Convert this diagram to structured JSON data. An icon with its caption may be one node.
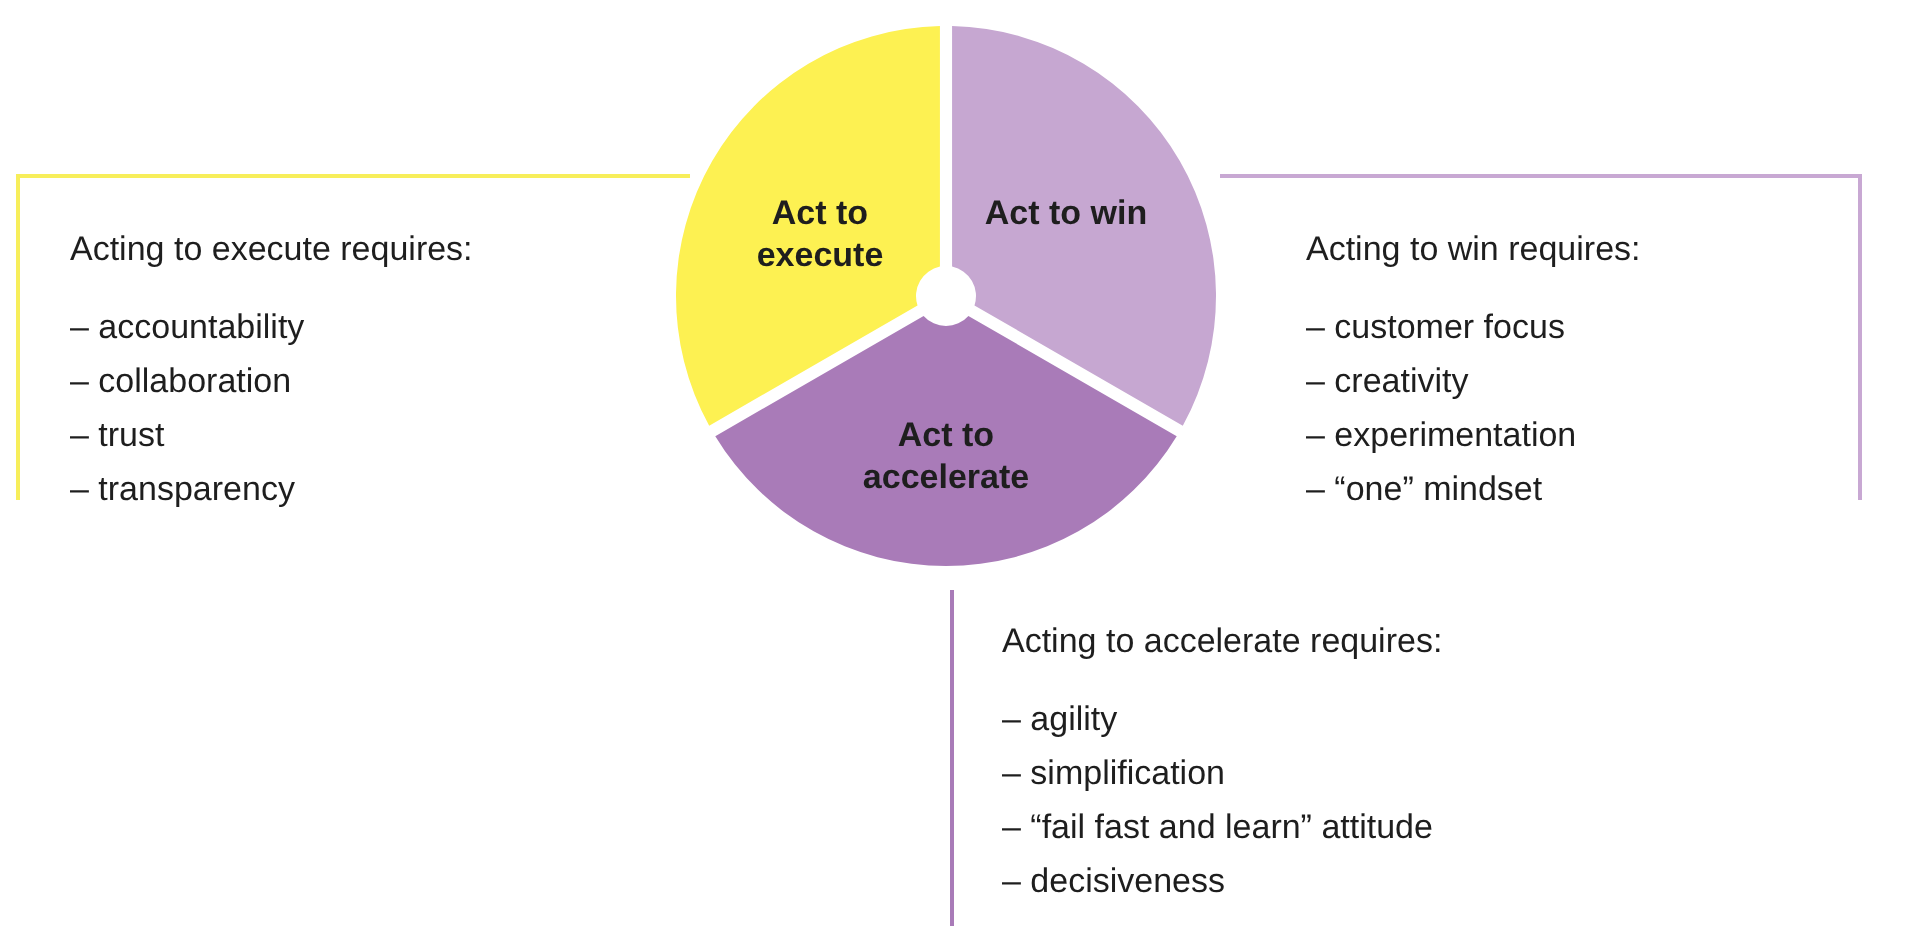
{
  "diagram": {
    "nodes": [
      {
        "text": [
          "Act to execute"
        ]
      },
      {
        "text": [
          "Act to win"
        ]
      },
      {
        "text": [
          "Act to accelerate"
        ]
      },
      {
        "text": [
          "Acting to execute requires:",
          "– accountability",
          "– collaboration",
          "– trust",
          "– transparency"
        ]
      },
      {
        "text": [
          "Acting to win requires:",
          "– customer focus",
          "– creativity",
          "– experimentation",
          "– “one” mindset"
        ]
      },
      {
        "text": [
          "Acting to accelerate requires:",
          "– agility",
          "– simplification",
          "– “fail fast and learn” attitude",
          "– decisiveness"
        ]
      }
    ]
  }
}
